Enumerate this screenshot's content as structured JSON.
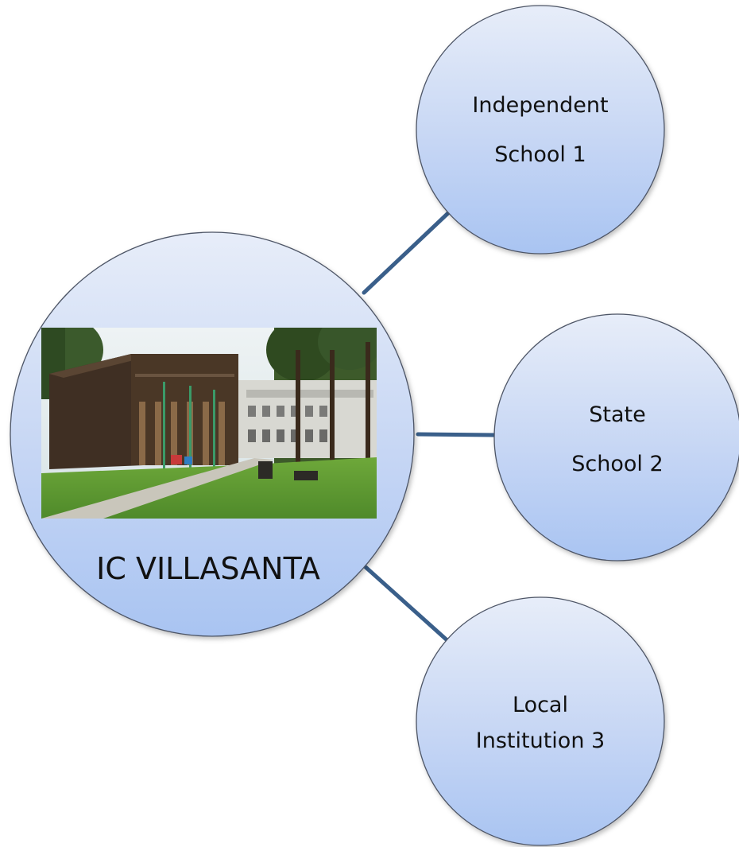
{
  "colors": {
    "connector": "#3a5f8a",
    "circle_top": "#e7edf9",
    "circle_bottom": "#a9c4f2",
    "circle_stroke": "#4d5566",
    "photo_sky": "#dfe9ee",
    "photo_grass": "#5f9a33",
    "photo_building": "#3f2f23"
  },
  "central": {
    "title": "IC VILLASANTA",
    "photo_icon": "school-building-photo"
  },
  "satellites": [
    {
      "line1": "Independent",
      "line2": "School 1"
    },
    {
      "line1": "State",
      "line2": "School 2"
    },
    {
      "line1": "Local",
      "line2": "Institution 3"
    }
  ]
}
